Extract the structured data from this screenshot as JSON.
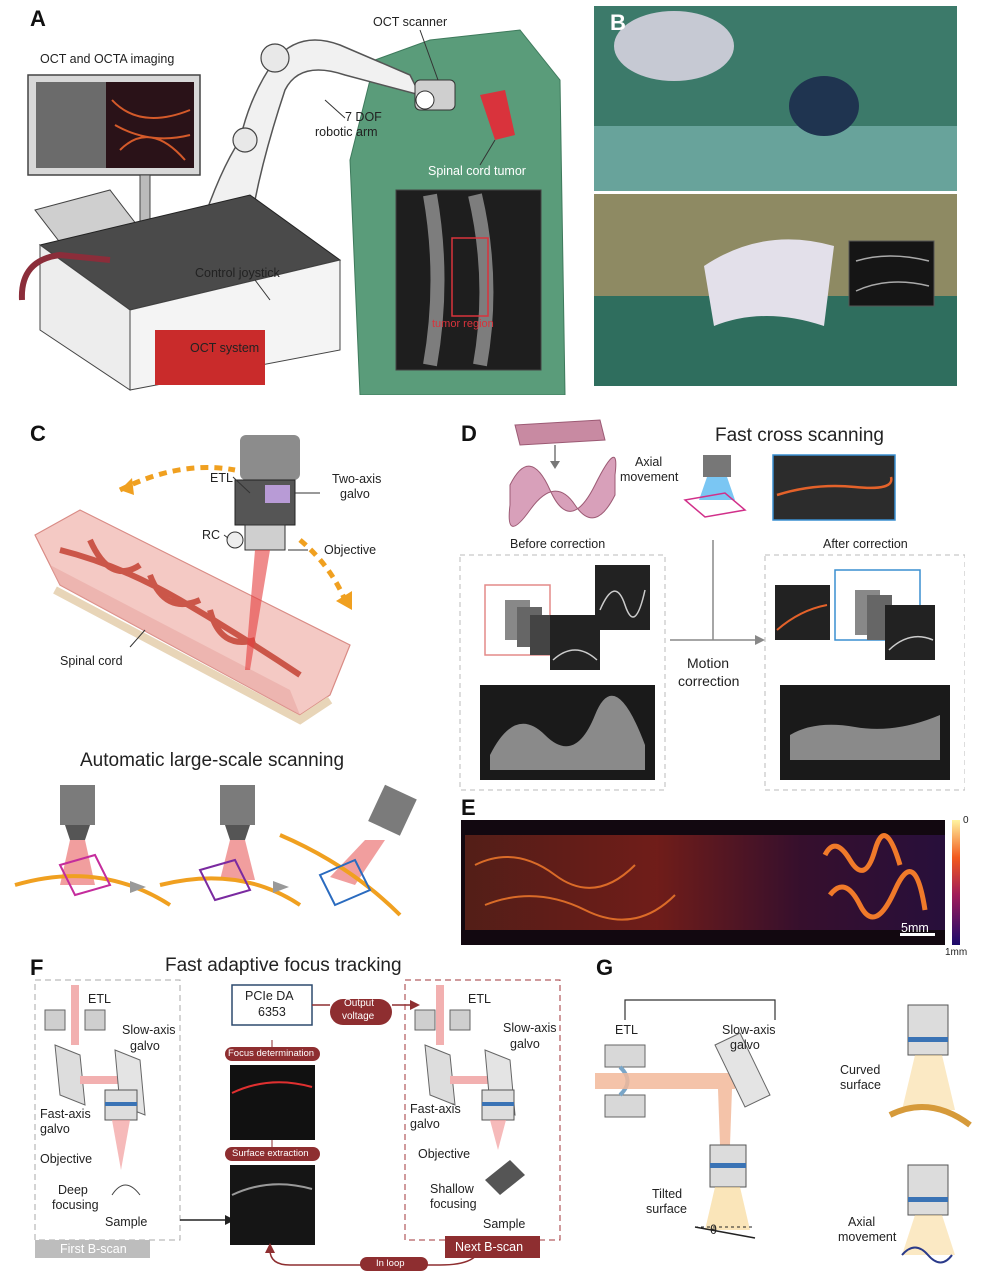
{
  "panels": {
    "a": {
      "letter": "A",
      "oct_octa_imaging": "OCT and OCTA imaging",
      "oct_scanner": "OCT scanner",
      "robotic_arm_1": "7 DOF",
      "robotic_arm_2": "robotic arm",
      "spinal_cord_tumor": "Spinal cord tumor",
      "control_joystick": "Control joystick",
      "oct_system": "OCT system",
      "tumor_region": "tumor region"
    },
    "b": {
      "letter": "B"
    },
    "c": {
      "letter": "C",
      "etl": "ETL",
      "two_axis_galvo_1": "Two-axis",
      "two_axis_galvo_2": "galvo",
      "rc": "RC",
      "objective": "Objective",
      "spinal_cord": "Spinal cord",
      "auto_title": "Automatic large-scale scanning"
    },
    "d": {
      "letter": "D",
      "axial_movement_1": "Axial",
      "axial_movement_2": "movement",
      "fast_cross_title": "Fast cross scanning",
      "before": "Before correction",
      "after": "After correction",
      "motion_1": "Motion",
      "motion_2": "correction"
    },
    "e": {
      "letter": "E",
      "scale_bar": "5mm",
      "colorbar_top": "0",
      "colorbar_bottom": "1mm"
    },
    "f": {
      "letter": "F",
      "title": "Fast adaptive focus tracking",
      "etl_left": "ETL",
      "slow_axis_left_1": "Slow-axis",
      "slow_axis_left_2": "galvo",
      "fast_axis_left_1": "Fast-axis",
      "fast_axis_left_2": "galvo",
      "objective_left": "Objective",
      "deep_focusing_1": "Deep",
      "deep_focusing_2": "focusing",
      "sample_left": "Sample",
      "first_bscan": "First B-scan",
      "pcie_1": "PCIe DA",
      "pcie_2": "6353",
      "output_voltage_1": "Output",
      "output_voltage_2": "voltage",
      "focus_determination": "Focus determination",
      "surface_extraction": "Surface extraction",
      "in_loop": "In loop",
      "etl_right": "ETL",
      "slow_axis_right_1": "Slow-axis",
      "slow_axis_right_2": "galvo",
      "fast_axis_right_1": "Fast-axis",
      "fast_axis_right_2": "galvo",
      "objective_right": "Objective",
      "shallow_focusing_1": "Shallow",
      "shallow_focusing_2": "focusing",
      "sample_right": "Sample",
      "next_bscan": "Next  B-scan"
    },
    "g": {
      "letter": "G",
      "etl": "ETL",
      "slow_axis_1": "Slow-axis",
      "slow_axis_2": "galvo",
      "curved_1": "Curved",
      "curved_2": "surface",
      "tilted_1": "Tilted",
      "tilted_2": "surface",
      "theta": "θ",
      "axial_1": "Axial",
      "axial_2": "movement"
    }
  }
}
